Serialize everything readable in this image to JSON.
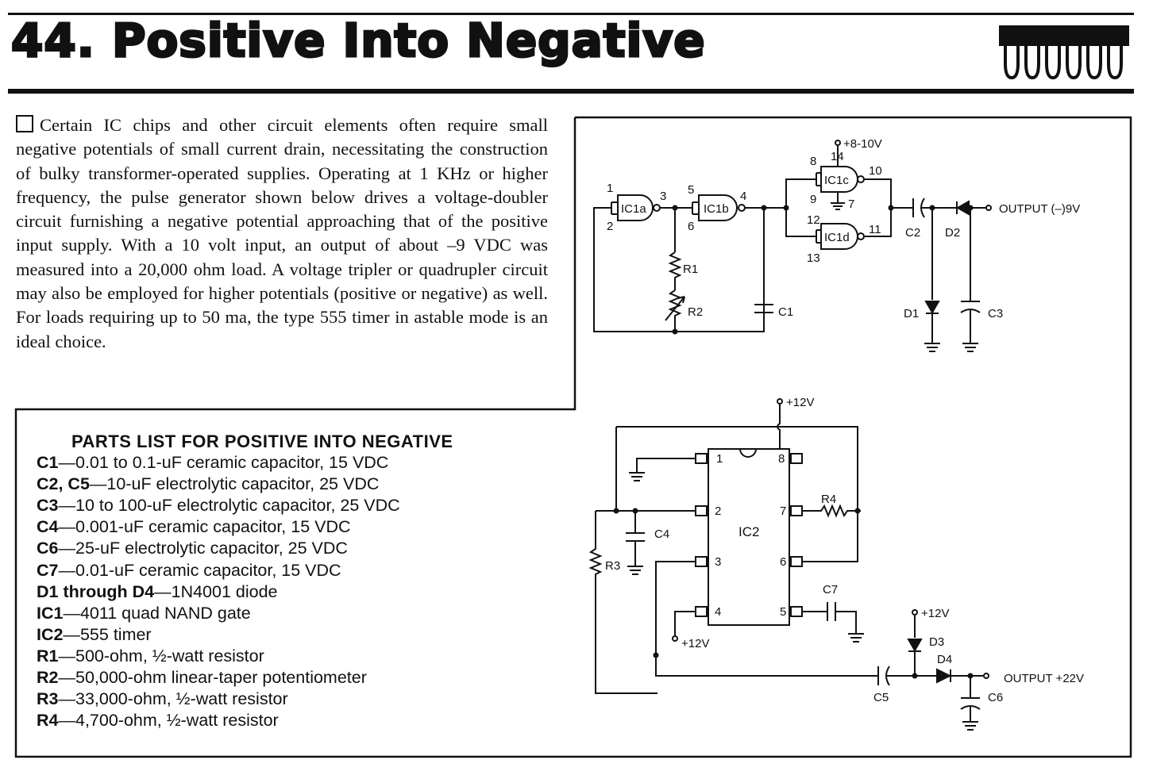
{
  "title": "44. Positive Into Negative",
  "intro": "Certain IC chips and other circuit elements often require small negative potentials of small current drain, necessitating the construction of bulky transformer-operated supplies. Operating at 1 KHz or higher frequency, the pulse generator shown below drives a voltage-doubler circuit furnishing a negative potential approaching that of the positive input supply. With a 10 volt input, an output of about –9 VDC was measured into a 20,000 ohm load. A voltage tripler or quadrupler circuit may also be employed for higher potentials (positive or negative) as well. For loads requiring up to 50 ma, the type 555 timer in astable mode is an ideal choice.",
  "parts": {
    "heading": "PARTS LIST FOR POSITIVE INTO NEGATIVE",
    "items": [
      {
        "ref": "C1",
        "desc": "—0.01 to 0.1-uF ceramic capacitor, 15 VDC"
      },
      {
        "ref": "C2, C5",
        "desc": "—10-uF electrolytic capacitor, 25 VDC"
      },
      {
        "ref": "C3",
        "desc": "—10 to 100-uF electrolytic capacitor, 25 VDC"
      },
      {
        "ref": "C4",
        "desc": "—0.001-uF ceramic capacitor, 15 VDC"
      },
      {
        "ref": "C6",
        "desc": "—25-uF electrolytic capacitor, 25 VDC"
      },
      {
        "ref": "C7",
        "desc": "—0.01-uF ceramic capacitor, 15 VDC"
      },
      {
        "ref": "D1 through D4",
        "desc": "—1N4001 diode"
      },
      {
        "ref": "IC1",
        "desc": "—4011 quad NAND gate"
      },
      {
        "ref": "IC2",
        "desc": "—555 timer"
      },
      {
        "ref": "R1",
        "desc": "—500-ohm, ½-watt resistor"
      },
      {
        "ref": "R2",
        "desc": "—50,000-ohm linear-taper potentiometer"
      },
      {
        "ref": "R3",
        "desc": "—33,000-ohm, ½-watt resistor"
      },
      {
        "ref": "R4",
        "desc": "—4,700-ohm, ½-watt resistor"
      }
    ]
  },
  "schematic1": {
    "gates": [
      "IC1a",
      "IC1b",
      "IC1c",
      "IC1d"
    ],
    "pins": [
      "1",
      "2",
      "3",
      "5",
      "6",
      "4",
      "8",
      "9",
      "10",
      "14",
      "7",
      "12",
      "13",
      "11"
    ],
    "supply": "+8-10V",
    "output": "OUTPUT (–)9V",
    "components": [
      "R1",
      "R2",
      "C1",
      "C2",
      "D2",
      "D1",
      "C3"
    ]
  },
  "schematic2": {
    "ic": "IC2",
    "pins": [
      "1",
      "2",
      "3",
      "4",
      "8",
      "7",
      "6",
      "5"
    ],
    "supply_top": "+12V",
    "supply_pin4": "+12V",
    "supply_d3": "+12V",
    "output": "OUTPUT +22V",
    "components": [
      "R4",
      "C4",
      "R3",
      "C7",
      "D3",
      "D4",
      "C5",
      "C6"
    ]
  }
}
